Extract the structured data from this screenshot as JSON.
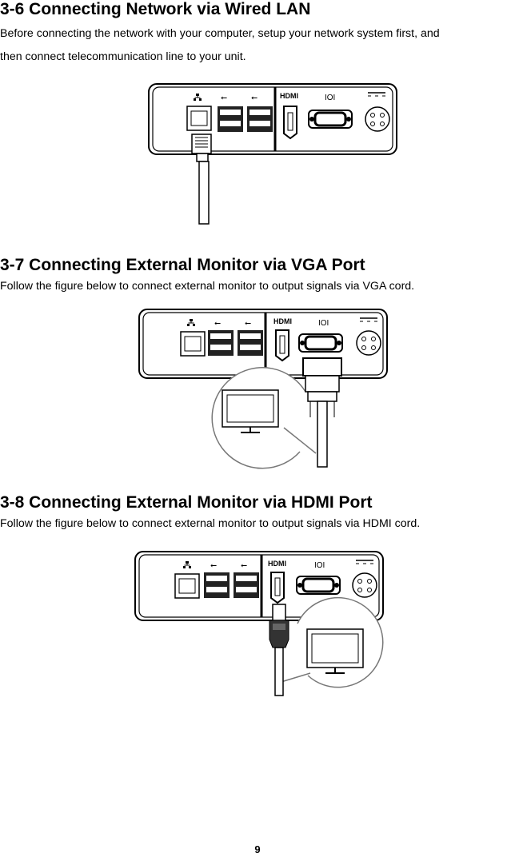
{
  "sections": [
    {
      "heading": "3-6 Connecting Network via Wired LAN",
      "body": [
        "Before connecting the network with your computer, setup your network system first, and",
        "then connect telecommunication line to your unit."
      ],
      "figure": {
        "panel": {
          "hdmi_label": "HDMI",
          "vga_label": "IOI"
        }
      }
    },
    {
      "heading": "3-7 Connecting External Monitor via VGA Port",
      "body": [
        "Follow the figure below to connect external monitor to output signals via VGA cord."
      ],
      "figure": {
        "panel": {
          "hdmi_label": "HDMI",
          "vga_label": "IOI"
        }
      }
    },
    {
      "heading": "3-8 Connecting External Monitor via HDMI Port",
      "body": [
        "Follow the figure below to connect external monitor to output signals via HDMI cord."
      ],
      "figure": {
        "panel": {
          "hdmi_label": "HDMI",
          "vga_label": "IOI"
        }
      }
    }
  ],
  "page_number": "9"
}
